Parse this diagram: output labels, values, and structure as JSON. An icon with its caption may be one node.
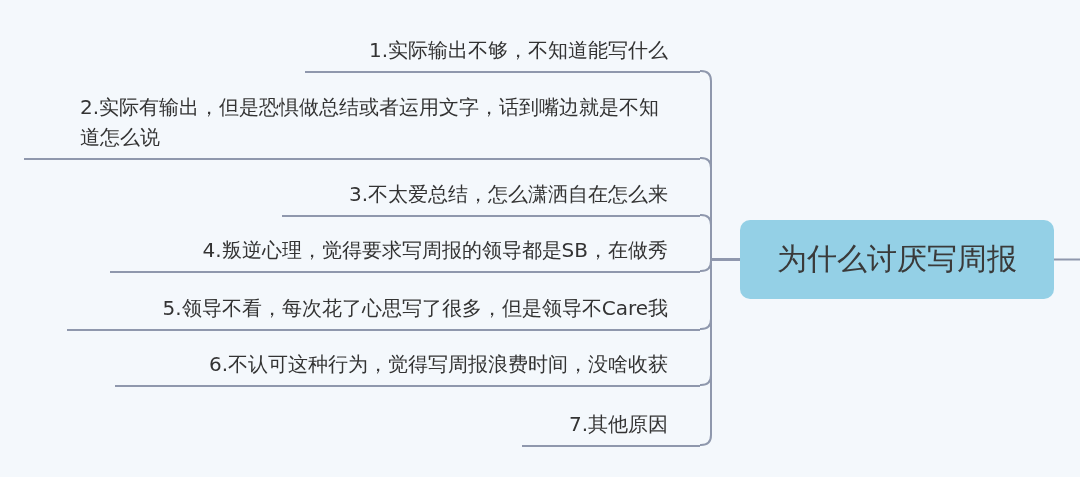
{
  "diagram": {
    "nodes": [
      {
        "text": [
          "为什么讨厌写周报"
        ]
      },
      {
        "text": [
          "1.实际输出不够，不知道能写什么"
        ]
      },
      {
        "text": [
          "2.实际有输出，但是恐惧做总结或者运用文字，话到嘴边就是不知道怎么说"
        ]
      },
      {
        "text": [
          "3.不太爱总结，怎么潇洒自在怎么来"
        ]
      },
      {
        "text": [
          "4.叛逆心理，觉得要求写周报的领导都是SB，在做秀"
        ]
      },
      {
        "text": [
          "5.领导不看，每次花了心思写了很多，但是领导不Care我"
        ]
      },
      {
        "text": [
          "6.不认可这种行为，觉得写周报浪费时间，没啥收获"
        ]
      },
      {
        "text": [
          "7.其他原因"
        ]
      }
    ],
    "edges": [
      {
        "from": 0,
        "to": 1,
        "arrow": "none"
      },
      {
        "from": 0,
        "to": 2,
        "arrow": "none"
      },
      {
        "from": 0,
        "to": 3,
        "arrow": "none"
      },
      {
        "from": 0,
        "to": 4,
        "arrow": "none"
      },
      {
        "from": 0,
        "to": 5,
        "arrow": "none"
      },
      {
        "from": 0,
        "to": 6,
        "arrow": "none"
      },
      {
        "from": 0,
        "to": 7,
        "arrow": "none"
      },
      {
        "from": 0,
        "to": null,
        "arrow": "none"
      }
    ]
  }
}
